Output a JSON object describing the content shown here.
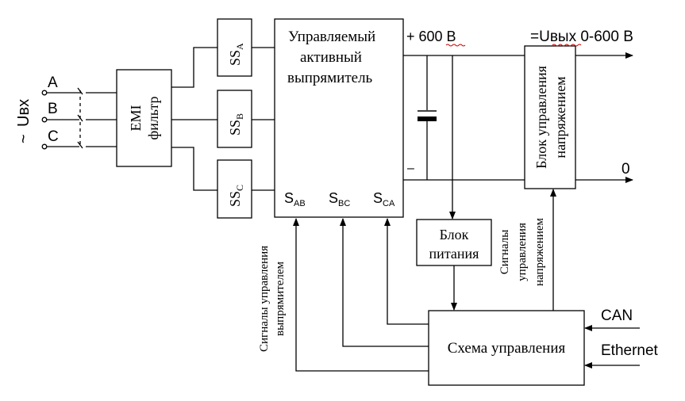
{
  "input": {
    "voltage_tilde": "~",
    "voltage_label": "Uвх",
    "phases": [
      "A",
      "B",
      "C"
    ]
  },
  "emi_filter": {
    "line1": "EMI",
    "line2": "фильтр"
  },
  "soft_start": [
    {
      "base": "SS",
      "sub": "A"
    },
    {
      "base": "SS",
      "sub": "B"
    },
    {
      "base": "SS",
      "sub": "C"
    }
  ],
  "rectifier": {
    "line1": "Управляемый",
    "line2": "активный",
    "line3": "выпрямитель",
    "switches": [
      {
        "base": "S",
        "sub": "AB"
      },
      {
        "base": "S",
        "sub": "BC"
      },
      {
        "base": "S",
        "sub": "CA"
      }
    ],
    "minus": "–"
  },
  "dc_bus": {
    "plus_label": "+ 600 В"
  },
  "voltage_block": {
    "line1": "Блок управления",
    "line2": "напряжением"
  },
  "output": {
    "voltage_label": "=Uвых 0-600 В",
    "zero_label": "0"
  },
  "power_supply": {
    "line1": "Блок",
    "line2": "питания"
  },
  "control_circuit": {
    "label": "Схема управления"
  },
  "rectifier_signals": {
    "line1": "Сигналы управления",
    "line2": "выпрямителем"
  },
  "voltage_signals": {
    "line1": "Сигналы",
    "line2": "управления",
    "line3": "напряжением"
  },
  "interfaces": [
    "CAN",
    "Ethernet"
  ]
}
